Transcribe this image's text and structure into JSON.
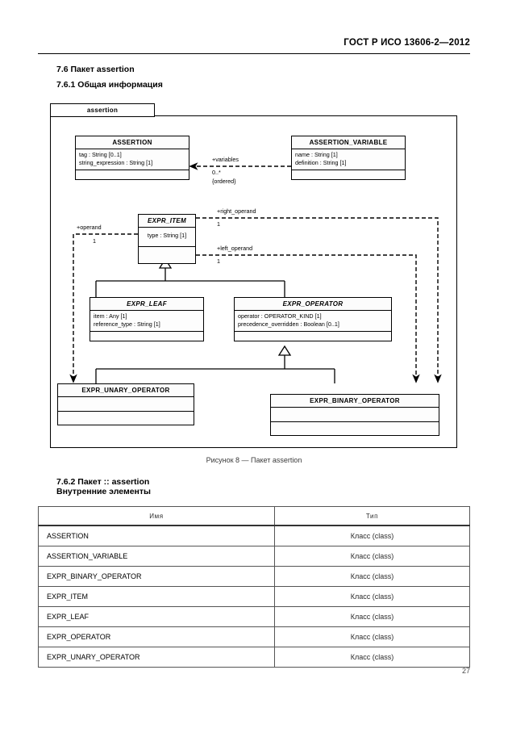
{
  "document": {
    "header_title": "ГОСТ Р ИСО 13606-2—2012",
    "page_number": "27"
  },
  "sections": {
    "s76": "7.6 Пакет assertion",
    "s761": "7.6.1 Общая информация",
    "s762": "7.6.2 Пакет :: assertion",
    "s762_sub": "Внутренние элементы"
  },
  "figure": {
    "caption": "Рисунок 8 — Пакет assertion",
    "package_label": "assertion",
    "classes": [
      {
        "id": "assertion",
        "name": "ASSERTION",
        "attributes": [
          "tag : String [0..1]",
          "string_expression : String [1]"
        ]
      },
      {
        "id": "assertion_variable",
        "name": "ASSERTION_VARIABLE",
        "attributes": [
          "name : String [1]",
          "definition : String [1]"
        ]
      },
      {
        "id": "expr_item",
        "name": "EXPR_ITEM",
        "attributes": [
          "type : String [1]"
        ]
      },
      {
        "id": "expr_leaf",
        "name": "EXPR_LEAF",
        "attributes": [
          "item : Any [1]",
          "reference_type : String [1]"
        ]
      },
      {
        "id": "expr_operator",
        "name": "EXPR_OPERATOR",
        "attributes": [
          "operator : OPERATOR_KIND [1]",
          "precedence_overridden : Boolean [0..1]"
        ]
      },
      {
        "id": "expr_unary_operator",
        "name": "EXPR_UNARY_OPERATOR",
        "attributes": []
      },
      {
        "id": "expr_binary_operator",
        "name": "EXPR_BINARY_OPERATOR",
        "attributes": []
      }
    ],
    "association_labels": {
      "variables_role": "+variables",
      "variables_mult": "0..*",
      "variables_ordered": "{ordered}",
      "operand_role": "+operand",
      "operand_mult": "1",
      "right_operand_role": "+right_operand",
      "right_operand_mult": "1",
      "left_operand_role": "+left_operand",
      "left_operand_mult": "1"
    }
  },
  "table": {
    "headers": [
      "Имя",
      "Тип"
    ],
    "rows": [
      {
        "name": "ASSERTION",
        "type": "Класс  (class)"
      },
      {
        "name": "ASSERTION_VARIABLE",
        "type": "Класс  (class)"
      },
      {
        "name": "EXPR_BINARY_OPERATOR",
        "type": "Класс  (class)"
      },
      {
        "name": "EXPR_ITEM",
        "type": "Класс  (class)"
      },
      {
        "name": "EXPR_LEAF",
        "type": "Класс  (class)"
      },
      {
        "name": "EXPR_OPERATOR",
        "type": "Класс  (class)"
      },
      {
        "name": "EXPR_UNARY_OPERATOR",
        "type": "Класс  (class)"
      }
    ]
  }
}
